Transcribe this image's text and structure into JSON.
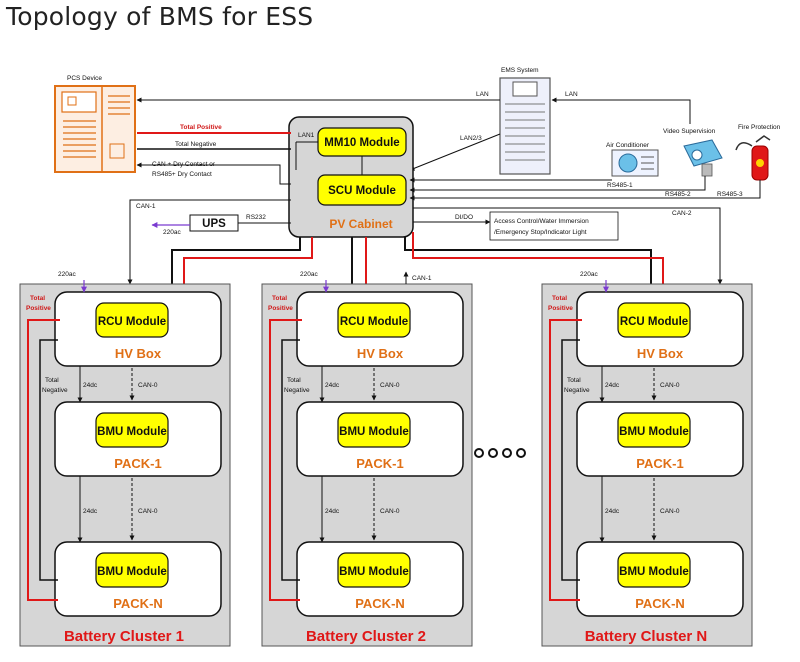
{
  "title": "Topology of BMS for ESS",
  "pcs": {
    "label": "PCS Device"
  },
  "ems": {
    "label": "EMS System"
  },
  "links": {
    "lan_left": "LAN",
    "lan_right": "LAN",
    "lan1": "LAN1",
    "lan23": "LAN2/3",
    "total_positive": "Total Positive",
    "total_negative": "Total Negative",
    "can_dry_1": "CAN + Dry Contact or",
    "can_dry_2": "RS485+ Dry Contact",
    "can1_top": "CAN-1",
    "can2_top": "CAN-2",
    "rs232": "RS232",
    "ac220": "220ac",
    "dido": "DI/DO",
    "rs485_1": "RS485-1",
    "rs485_2": "RS485-2",
    "rs485_3": "RS485-3"
  },
  "cabinet": {
    "mm10": "MM10 Module",
    "scu": "SCU Module",
    "label": "PV Cabinet"
  },
  "ups": {
    "label": "UPS"
  },
  "access": {
    "line1": "Access Control/Water Immersion",
    "line2": "/Emergency Stop/Indicator Light"
  },
  "peripherals": {
    "air": "Air Conditioner",
    "video": "Video Supervision",
    "fire": "Fire Protection"
  },
  "clusters": [
    {
      "name": "Battery Cluster 1"
    },
    {
      "name": "Battery Cluster 2",
      "can1": "CAN-1"
    },
    {
      "name": "Battery Cluster N"
    }
  ],
  "cluster_labels": {
    "ac220": "220ac",
    "total_positive_1": "Total",
    "total_positive_2": "Positive",
    "total_negative_1": "Total",
    "total_negative_2": "Negative",
    "dc24": "24dc",
    "can0": "CAN-0",
    "rcu": "RCU Module",
    "hvbox": "HV Box",
    "bmu": "BMU Module",
    "pack1": "PACK-1",
    "packn": "PACK-N"
  },
  "colors": {
    "yellow": "#ffff00",
    "orange": "#e07016",
    "red": "#e01818",
    "gray": "#d6d6d6",
    "purple": "#7a3ad0"
  }
}
